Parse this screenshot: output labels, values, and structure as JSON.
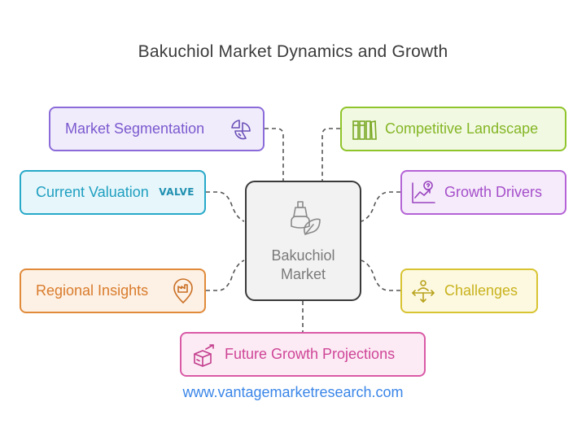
{
  "title": "Bakuchiol Market Dynamics and Growth",
  "center": {
    "label_line1": "Bakuchiol",
    "label_line2": "Market",
    "icon": "lamp-leaf-icon"
  },
  "nodes": {
    "market_segmentation": {
      "label": "Market Segmentation",
      "icon": "pie-chart-icon",
      "color": "#8a6bd9",
      "bg": "#f1ecfb"
    },
    "competitive_landscape": {
      "label": "Competitive Landscape",
      "icon": "bookshelf-icon",
      "color": "#8fc42a",
      "bg": "#f2f9e3"
    },
    "current_valuation": {
      "label": "Current Valuation",
      "icon_text": "VALVE",
      "icon": "valve-logo-icon",
      "color": "#27a9c9",
      "bg": "#e6f6fb"
    },
    "growth_drivers": {
      "label": "Growth Drivers",
      "icon": "chart-question-icon",
      "color": "#b463d6",
      "bg": "#f6ebfb"
    },
    "regional_insights": {
      "label": "Regional Insights",
      "icon": "map-pin-factory-icon",
      "color": "#e08a3a",
      "bg": "#fdf0e4"
    },
    "challenges": {
      "label": "Challenges",
      "icon": "person-arrows-icon",
      "color": "#d8c331",
      "bg": "#fdf9e1"
    },
    "future_growth": {
      "label": "Future Growth Projections",
      "icon": "box-arrow-icon",
      "color": "#d95aa6",
      "bg": "#fcebf5"
    }
  },
  "footer": "www.vantagemarketresearch.com"
}
